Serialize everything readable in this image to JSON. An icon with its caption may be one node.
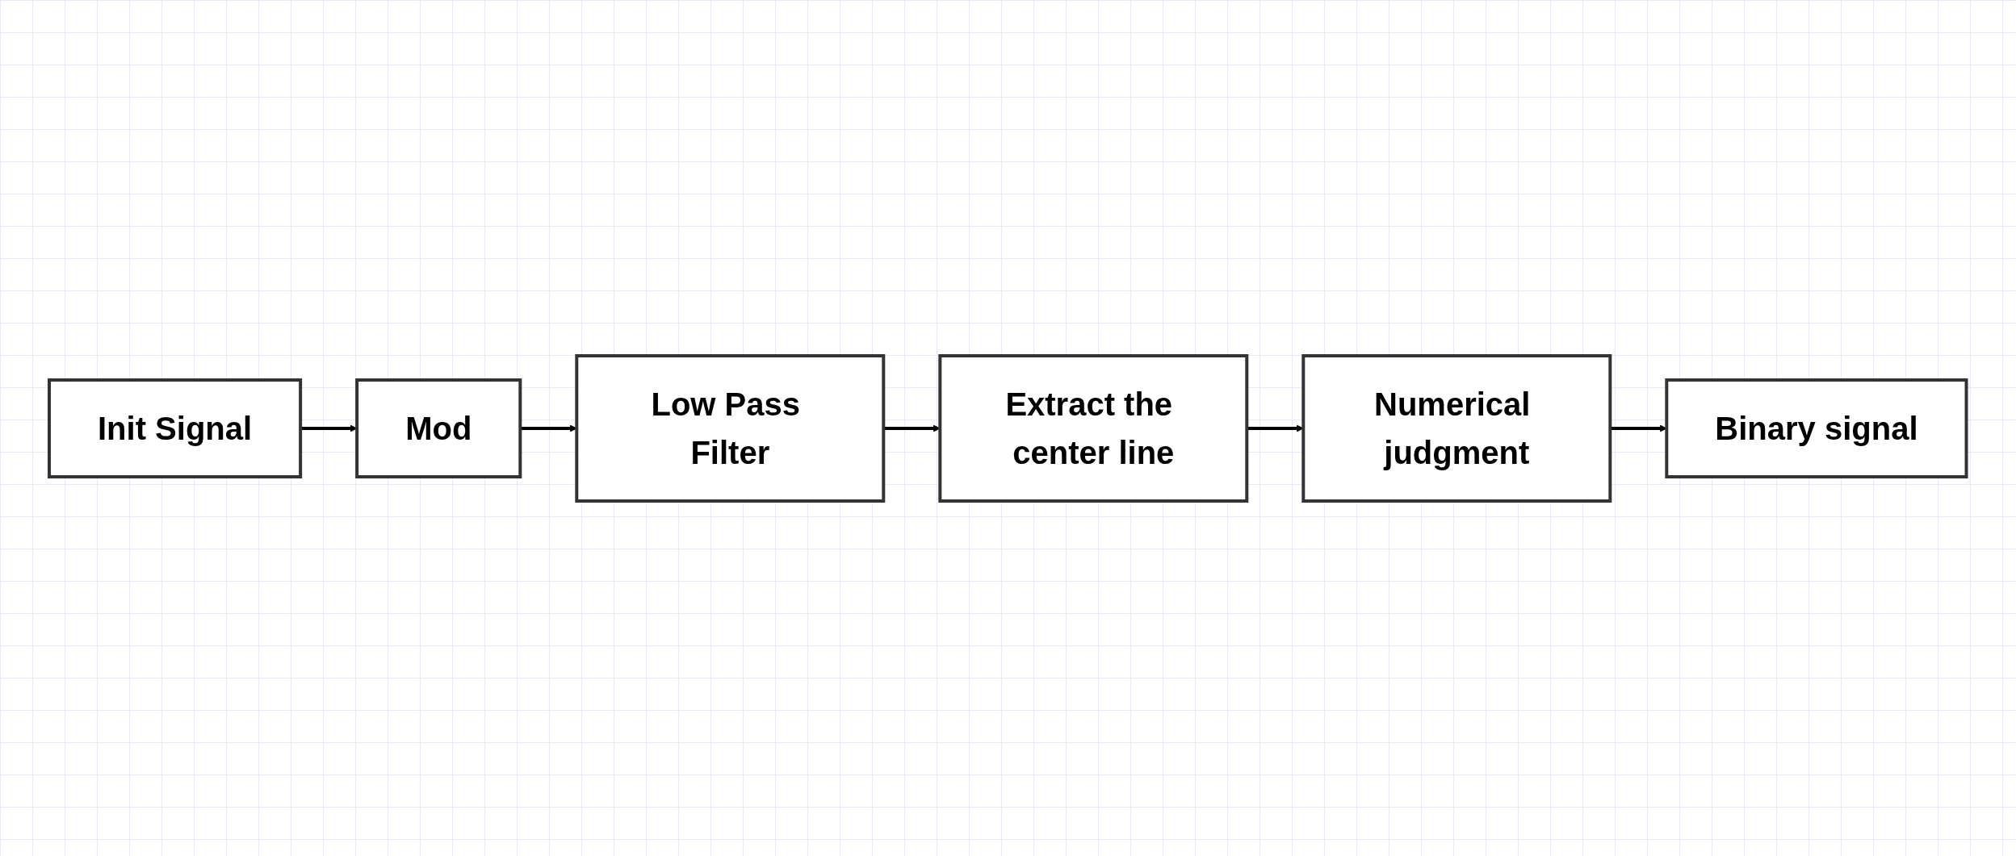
{
  "diagram": {
    "nodes": [
      {
        "text": [
          "Init Signal"
        ]
      },
      {
        "text": [
          "Mod"
        ]
      },
      {
        "text": [
          "Low Pass Filter"
        ]
      },
      {
        "text": [
          "Extract the center line"
        ]
      },
      {
        "text": [
          "Numerical judgment"
        ]
      },
      {
        "text": [
          "Binary signal"
        ]
      }
    ],
    "edges": [
      {
        "from": 0,
        "to": 1,
        "arrow": "to"
      },
      {
        "from": 1,
        "to": 2,
        "arrow": "to"
      },
      {
        "from": 2,
        "to": 3,
        "arrow": "to"
      },
      {
        "from": 3,
        "to": 4,
        "arrow": "to"
      },
      {
        "from": 4,
        "to": 5,
        "arrow": "to"
      }
    ]
  }
}
